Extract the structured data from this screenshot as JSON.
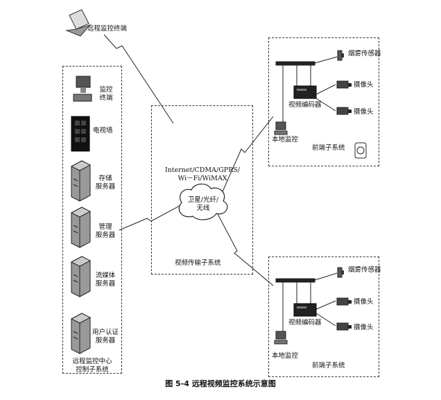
{
  "remote_terminal": {
    "label": "远程监控终端"
  },
  "control_center": {
    "title_line1": "远程监控中心",
    "title_line2": "控制子系统",
    "items": [
      {
        "line1": "监控",
        "line2": "终端",
        "icon": "monitor-terminal-icon"
      },
      {
        "line1": "电视墙",
        "line2": "",
        "icon": "tv-wall-icon"
      },
      {
        "line1": "存储",
        "line2": "服务器",
        "icon": "storage-server-icon"
      },
      {
        "line1": "管理",
        "line2": "服务器",
        "icon": "management-server-icon"
      },
      {
        "line1": "流媒体",
        "line2": "服务器",
        "icon": "streaming-server-icon"
      },
      {
        "line1": "用户认证",
        "line2": "服务器",
        "icon": "auth-server-icon"
      }
    ]
  },
  "transmission": {
    "networks_line1": "Internet/CDMA/GPRS/",
    "networks_line2": "Wi－Fi/WiMAX",
    "cloud_line1": "卫星/光纤/",
    "cloud_line2": "无线",
    "title": "视频传输子系统"
  },
  "front_top": {
    "smoke_sensor": "烟雾传感器",
    "camera1": "摄像头",
    "camera2": "摄像头",
    "encoder": "视频编码器",
    "local_monitor": "本地监控",
    "title": "前端子系统"
  },
  "front_bottom": {
    "smoke_sensor": "烟雾传感器",
    "camera1": "摄像头",
    "camera2": "摄像头",
    "encoder": "视频编码器",
    "local_monitor": "本地监控",
    "title": "前端子系统"
  },
  "caption": "图 5-4   远程视频监控系统示意图"
}
